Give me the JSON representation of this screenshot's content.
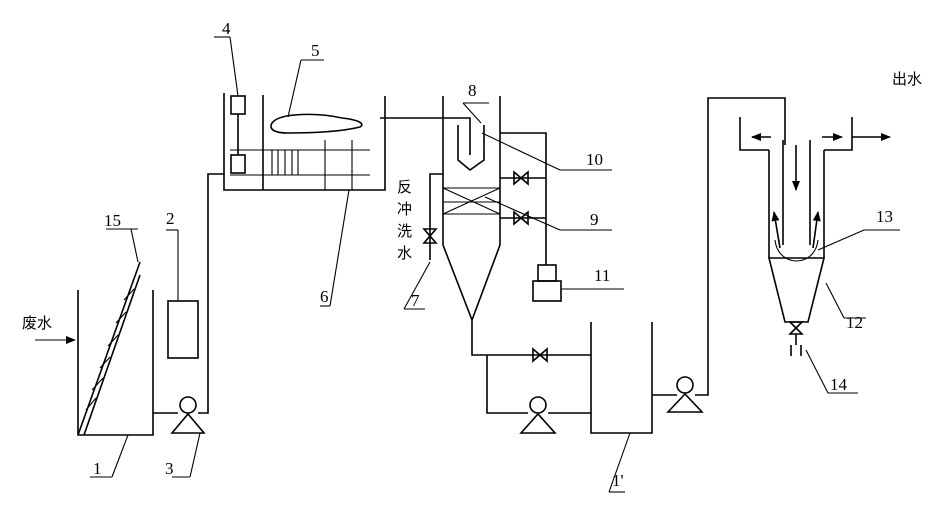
{
  "labels": {
    "n1": "1",
    "n1p": "1'",
    "n2": "2",
    "n3": "3",
    "n4": "4",
    "n5": "5",
    "n6": "6",
    "n7": "7",
    "n8": "8",
    "n9": "9",
    "n10": "10",
    "n11": "11",
    "n12": "12",
    "n13": "13",
    "n14": "14",
    "n15": "15"
  },
  "text": {
    "inlet": "废水",
    "outlet": "出水",
    "backwash": [
      "反",
      "冲",
      "洗",
      "水"
    ]
  }
}
